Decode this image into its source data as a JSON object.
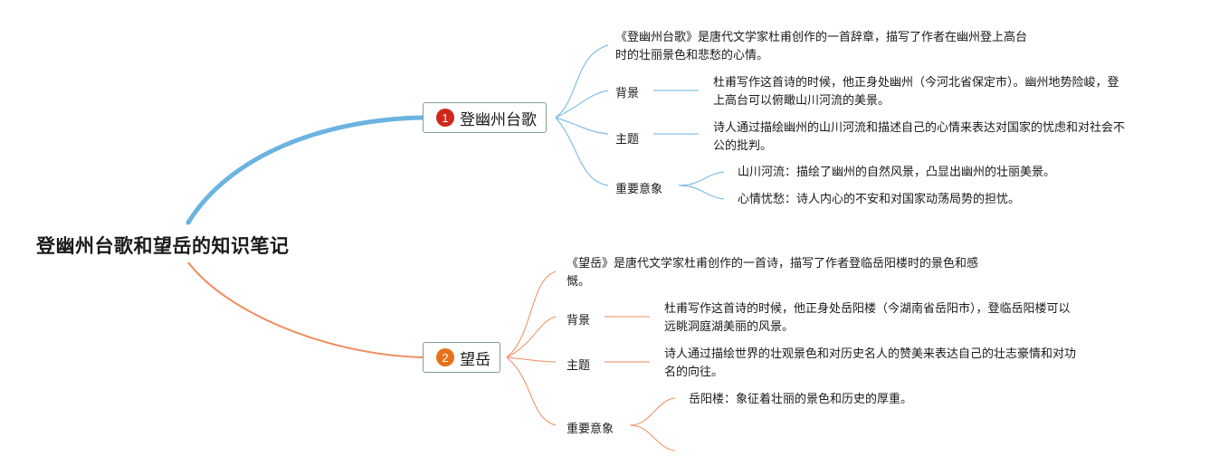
{
  "root": {
    "title": "登幽州台歌和望岳的知识笔记"
  },
  "colors": {
    "branch1": "#6bb3e0",
    "branch2": "#f08a5d",
    "badge1": "#d0271a",
    "badge2": "#e8711c"
  },
  "branches": [
    {
      "number": "1",
      "label": "登幽州台歌",
      "summary": [
        "《登幽州台歌》是唐代文学家杜甫创作的一首辞章，描写了作者在幽州登上高台",
        "时的壮丽景色和悲愁的心情。"
      ],
      "background": {
        "label": "背景",
        "text": [
          "杜甫写作这首诗的时候，他正身处幽州（今河北省保定市）。幽州地势险峻，登",
          "上高台可以俯瞰山川河流的美景。"
        ]
      },
      "theme": {
        "label": "主题",
        "text": [
          "诗人通过描绘幽州的山川河流和描述自己的心情来表达对国家的忧虑和对社会不",
          "公的批判。"
        ]
      },
      "imagery": {
        "label": "重要意象",
        "items": [
          "山川河流：描绘了幽州的自然风景，凸显出幽州的壮丽美景。",
          "心情忧愁：诗人内心的不安和对国家动荡局势的担忧。"
        ]
      }
    },
    {
      "number": "2",
      "label": "望岳",
      "summary": [
        "《望岳》是唐代文学家杜甫创作的一首诗，描写了作者登临岳阳楼时的景色和感",
        "慨。"
      ],
      "background": {
        "label": "背景",
        "text": [
          "杜甫写作这首诗的时候，他正身处岳阳楼（今湖南省岳阳市），登临岳阳楼可以",
          "远眺洞庭湖美丽的风景。"
        ]
      },
      "theme": {
        "label": "主题",
        "text": [
          "诗人通过描绘世界的壮观景色和对历史名人的赞美来表达自己的壮志豪情和对功",
          "名的向往。"
        ]
      },
      "imagery": {
        "label": "重要意象",
        "items": [
          "岳阳楼：象征着壮丽的景色和历史的厚重。"
        ]
      }
    }
  ]
}
